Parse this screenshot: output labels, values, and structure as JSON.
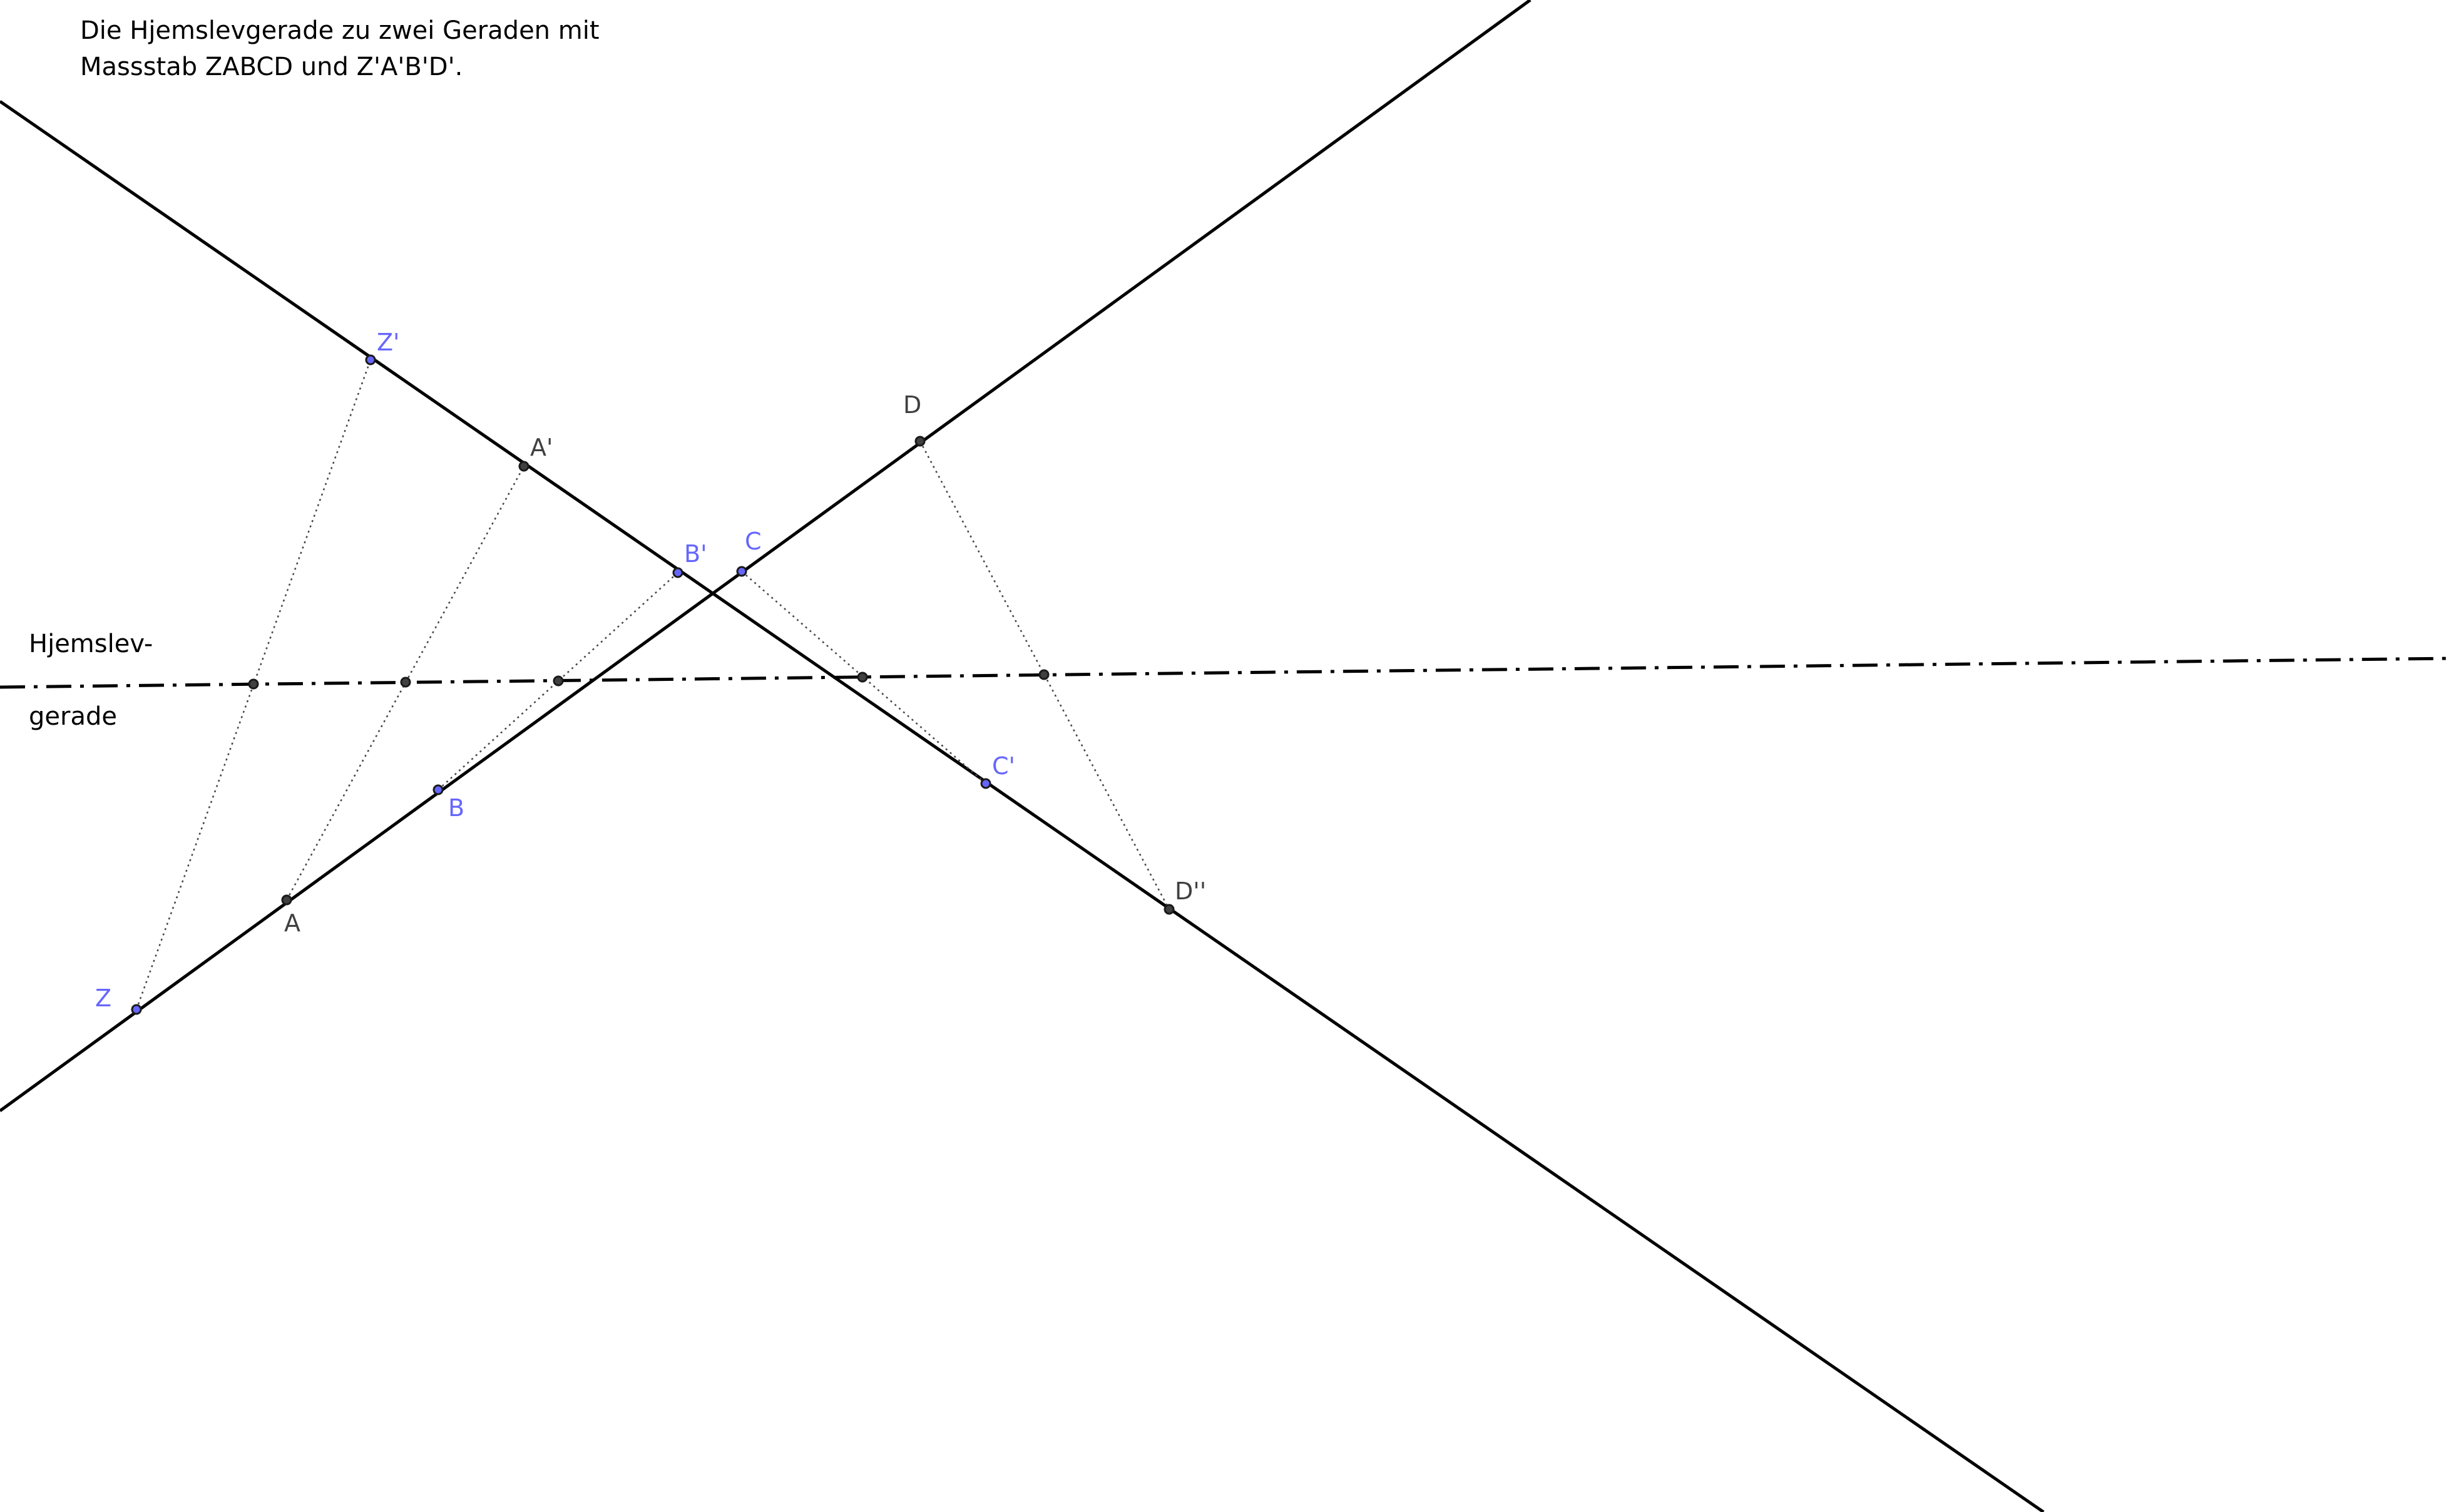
{
  "caption": {
    "line1": "Die Hjemslevgerade zu zwei Geraden mit",
    "line2": "Massstab ZABCD und Z'A'B'D'."
  },
  "side_label": {
    "line1": "Hjemslev-",
    "line2": "gerade"
  },
  "colors": {
    "primary_point": "#6666ff",
    "secondary_point": "#404040",
    "line": "#000000",
    "background": "#ffffff"
  },
  "points": [
    {
      "id": "Z",
      "label": "Z",
      "color": "#6666ff"
    },
    {
      "id": "A",
      "label": "A",
      "color": "#404040"
    },
    {
      "id": "B",
      "label": "B",
      "color": "#6666ff"
    },
    {
      "id": "C",
      "label": "C",
      "color": "#6666ff"
    },
    {
      "id": "D",
      "label": "D",
      "color": "#404040"
    },
    {
      "id": "Z1",
      "label": "Z'",
      "color": "#6666ff"
    },
    {
      "id": "A1",
      "label": "A'",
      "color": "#404040"
    },
    {
      "id": "B1",
      "label": "B'",
      "color": "#6666ff"
    },
    {
      "id": "C1",
      "label": "C'",
      "color": "#6666ff"
    },
    {
      "id": "D1",
      "label": "D''",
      "color": "#404040"
    }
  ]
}
